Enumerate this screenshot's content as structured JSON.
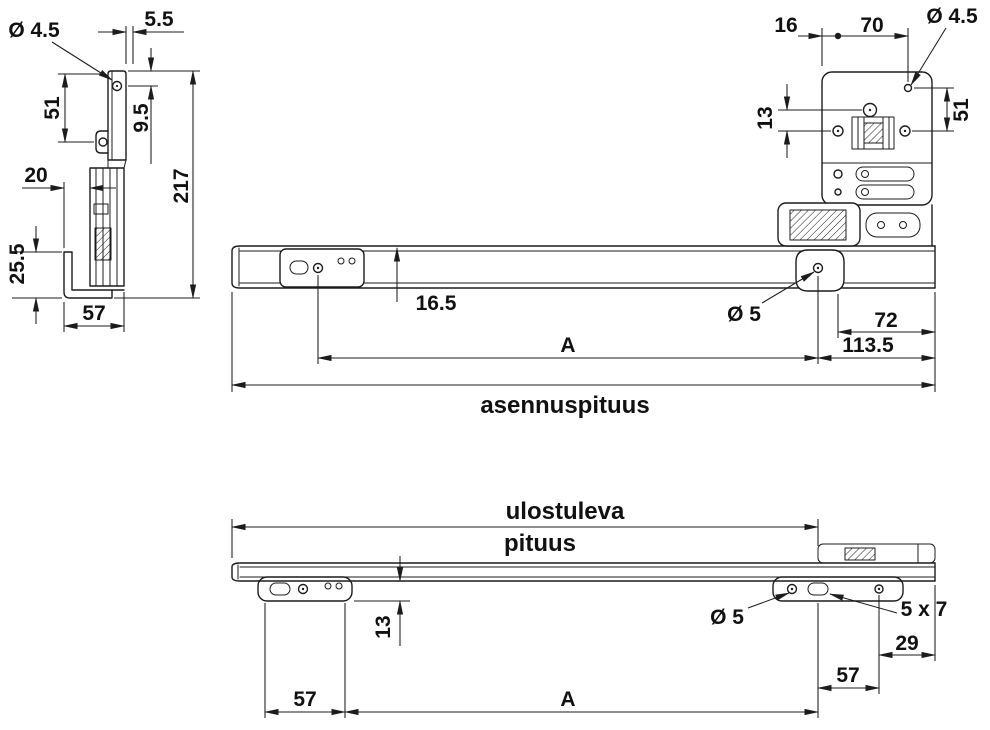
{
  "drawing": {
    "type": "technical-dimension-drawing",
    "line_color": "#1c1c1c",
    "background": "#ffffff",
    "labels": {
      "end_view": {
        "hole_dia": "Ø 4.5",
        "top_offset": "5.5",
        "hole_spacing": "51",
        "hole_inset": "9.5",
        "back_offset": "20",
        "total_height": "217",
        "foot_height": "25.5",
        "depth": "57"
      },
      "bracket_view": {
        "edge_to_hole": "16",
        "hole_pitch": "70",
        "hole_dia": "Ø 4.5",
        "row_offset": "13",
        "row_pitch": "51"
      },
      "installed_view": {
        "rail_height": "16.5",
        "hole_dia": "Ø 5",
        "end_to_bracket": "72",
        "end_to_hole": "113.5",
        "hole_pitch": "A",
        "caption": "asennuspituus"
      },
      "extended_view": {
        "caption_line1": "ulostuleva",
        "caption_line2": "pituus",
        "plate_drop": "13",
        "hole_dia": "Ø 5",
        "slot_size": "5 x 7",
        "end_offset": "29",
        "rear_pitch": "57",
        "front_pitch": "57",
        "hole_pitch": "A"
      }
    }
  }
}
